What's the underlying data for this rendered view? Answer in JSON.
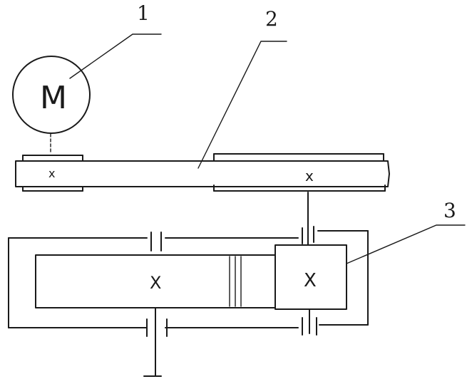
{
  "diagram": {
    "motor": {
      "symbol": "M"
    },
    "callouts": [
      {
        "id": "1",
        "label": "1"
      },
      {
        "id": "2",
        "label": "2"
      },
      {
        "id": "3",
        "label": "3"
      }
    ],
    "gear_marks": [
      "x",
      "x",
      "X",
      "X"
    ]
  }
}
